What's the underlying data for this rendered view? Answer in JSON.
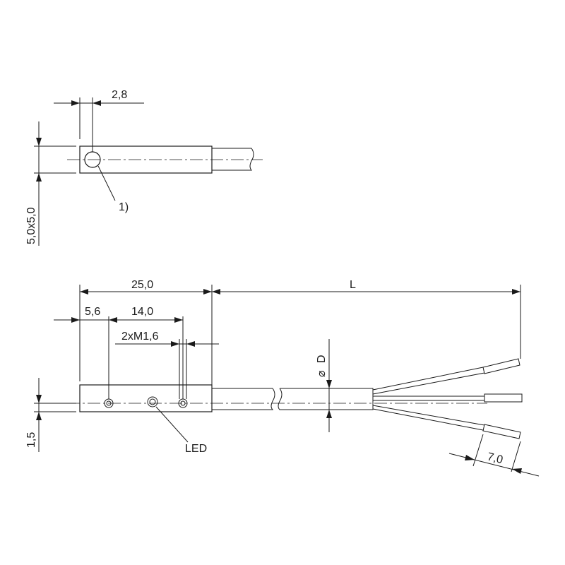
{
  "top_view": {
    "dim_width": "2,8",
    "dim_section": "5,0x5,0",
    "callout": "1)"
  },
  "side_view": {
    "dim_length": "25,0",
    "dim_offset": "5,6",
    "dim_spacing": "14,0",
    "dim_thread": "2xM1,6",
    "dim_cable_length": "L",
    "dim_cable_diameter": "D",
    "dim_height": "1,5",
    "dim_ferrule": "7,0",
    "led_label": "LED",
    "diameter_symbol": "⌀"
  }
}
